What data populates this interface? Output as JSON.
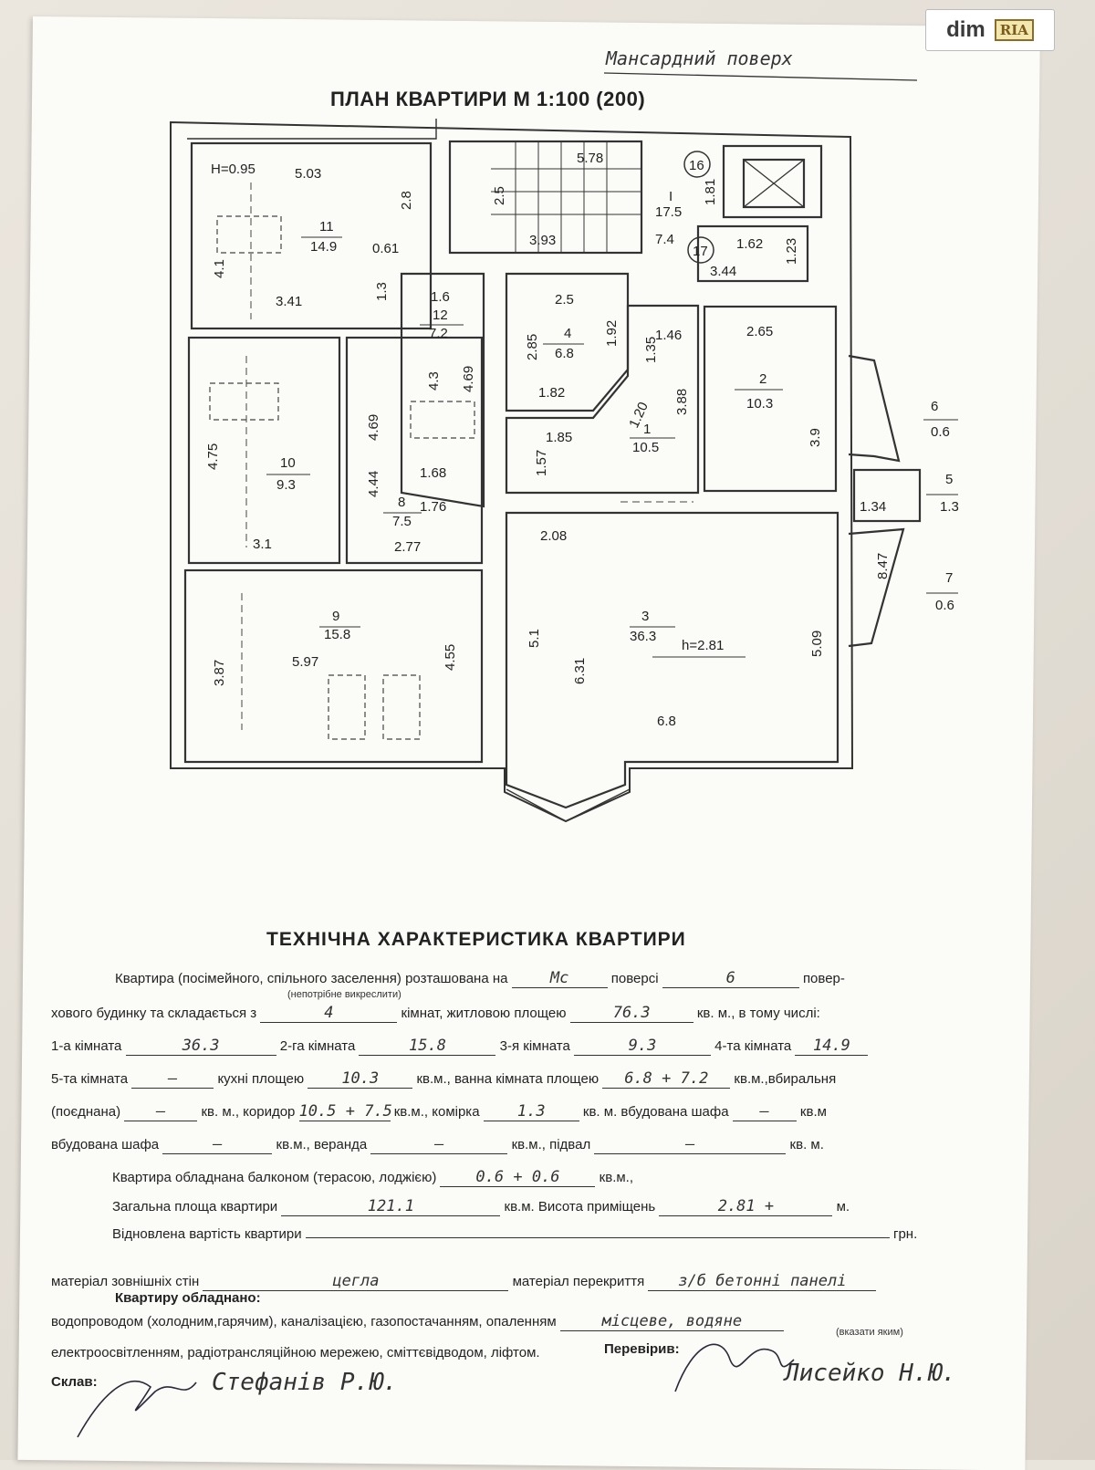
{
  "watermark": {
    "dim": "dim",
    "ria": "RIA"
  },
  "floor_note": "Мансардний поверх",
  "plan": {
    "title": "ПЛАН КВАРТИРИ М 1:100 (200)",
    "labels": [
      {
        "t": "H=0.95"
      },
      {
        "t": "5.03"
      },
      {
        "t": "2.8"
      },
      {
        "t": "11"
      },
      {
        "t": "14.9"
      },
      {
        "t": "0.61"
      },
      {
        "t": "4.1"
      },
      {
        "t": "3.41"
      },
      {
        "t": "1.3"
      },
      {
        "t": "5.78"
      },
      {
        "t": "16"
      },
      {
        "t": "2.5"
      },
      {
        "t": "I"
      },
      {
        "t": "17.5"
      },
      {
        "t": "1.81"
      },
      {
        "t": "3.93"
      },
      {
        "t": "7.4"
      },
      {
        "t": "17"
      },
      {
        "t": "1.62"
      },
      {
        "t": "1.23"
      },
      {
        "t": "3.44"
      },
      {
        "t": "1.6"
      },
      {
        "t": "12"
      },
      {
        "t": "7.2"
      },
      {
        "t": "4.3"
      },
      {
        "t": "4.69"
      },
      {
        "t": "1.68"
      },
      {
        "t": "2.5"
      },
      {
        "t": "2.85"
      },
      {
        "t": "4"
      },
      {
        "t": "6.8"
      },
      {
        "t": "1.92"
      },
      {
        "t": "1.82"
      },
      {
        "t": "1.35"
      },
      {
        "t": "1.46"
      },
      {
        "t": "3.88"
      },
      {
        "t": "1.20"
      },
      {
        "t": "1"
      },
      {
        "t": "10.5"
      },
      {
        "t": "1.57"
      },
      {
        "t": "1.85"
      },
      {
        "t": "2.65"
      },
      {
        "t": "2"
      },
      {
        "t": "10.3"
      },
      {
        "t": "3.9"
      },
      {
        "t": "6"
      },
      {
        "t": "0.6"
      },
      {
        "t": "5"
      },
      {
        "t": "1.3"
      },
      {
        "t": "1.34"
      },
      {
        "t": "8.47"
      },
      {
        "t": "7"
      },
      {
        "t": "0.6"
      },
      {
        "t": "4.75"
      },
      {
        "t": "10"
      },
      {
        "t": "9.3"
      },
      {
        "t": "3.1"
      },
      {
        "t": "4.69"
      },
      {
        "t": "4.44"
      },
      {
        "t": "8"
      },
      {
        "t": "7.5"
      },
      {
        "t": "1.76"
      },
      {
        "t": "2.77"
      },
      {
        "t": "2.08"
      },
      {
        "t": "9"
      },
      {
        "t": "15.8"
      },
      {
        "t": "3.87"
      },
      {
        "t": "5.97"
      },
      {
        "t": "4.55"
      },
      {
        "t": "5.1"
      },
      {
        "t": "6.31"
      },
      {
        "t": "3"
      },
      {
        "t": "36.3"
      },
      {
        "t": "h=2.81"
      },
      {
        "t": "5.09"
      },
      {
        "t": "6.8"
      }
    ]
  },
  "spec": {
    "title": "ТЕХНІЧНА ХАРАКТЕРИСТИКА КВАРТИРИ",
    "r1_a": "Квартира (посімейного, спільного заселення) розташована на",
    "r1_floor": "Мс",
    "r1_b": "поверсі",
    "r1_floors": "6",
    "r1_c": "повер-",
    "r1_note": "(непотрібне викреслити)",
    "r2_a": "хового будинку та складається з",
    "r2_rooms": "4",
    "r2_b": "кімнат, житловою площею",
    "r2_living": "76.3",
    "r2_c": "кв. м., в тому числі:",
    "r3_a": "1-а кімната",
    "r3_v1": "36.3",
    "r3_b": "2-га кімната",
    "r3_v2": "15.8",
    "r3_c": "3-я кімната",
    "r3_v3": "9.3",
    "r3_d": "4-та кімната",
    "r3_v4": "14.9",
    "r4_a": "5-та кімната",
    "r4_v5": "–",
    "r4_b": "кухні площею",
    "r4_kitchen": "10.3",
    "r4_c": "кв.м., ванна кімната площею",
    "r4_bath": "6.8 + 7.2",
    "r4_d": "кв.м.,вбиральня",
    "r5_a": "(поєднана)",
    "r5_wc": "–",
    "r5_b": "кв. м., коридор",
    "r5_corr": "10.5 + 7.5",
    "r5_c": "кв.м., комірка",
    "r5_store": "1.3",
    "r5_d": "кв. м. вбудована шафа",
    "r5_wardrobe": "–",
    "r5_e": "кв.м",
    "r6_a": "вбудована шафа",
    "r6_wardrobe2": "–",
    "r6_b": "кв.м., веранда",
    "r6_veranda": "–",
    "r6_c": "кв.м., підвал",
    "r6_cellar": "–",
    "r6_d": "кв. м.",
    "r7_a": "Квартира обладнана балконом (терасою, лоджією)",
    "r7_balcony": "0.6 + 0.6",
    "r7_b": "кв.м.,",
    "r8_a": "Загальна площа квартири",
    "r8_total": "121.1",
    "r8_b": "кв.м. Висота приміщень",
    "r8_height": "2.81 +",
    "r8_c": "м.",
    "r9_a": "Відновлена вартість квартири",
    "r9_cost": "",
    "r9_b": "грн.",
    "r10_a": "матеріал зовнішніх стін",
    "r10_walls": "цегла",
    "r10_b": "матеріал перекриття",
    "r10_floor": "з/б бетонні панелі",
    "r11": "Квартиру обладнано:",
    "r12_a": "водопроводом (холодним,гарячим), каналізацією, газопостачанням, опаленням",
    "r12_heat": "місцеве, водяне",
    "r12_note": "(вказати яким)",
    "r13": "електроосвітленням, радіотрансляційною мережею, сміттєвідводом, ліфтом.",
    "r14_a": "Склав:",
    "r14_name": "Стефанів Р.Ю.",
    "r14_b": "Перевірив:",
    "r14_name2": "Лисейко Н.Ю."
  }
}
